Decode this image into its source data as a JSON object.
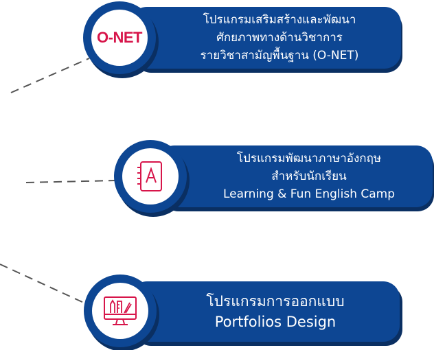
{
  "colors": {
    "pill": "#0d4693",
    "pill_shadow": "#0a2f62",
    "badge_ring": "#0d4693",
    "icon_accent": "#d7154a",
    "connector": "#555555"
  },
  "programs": [
    {
      "badge_text": "O-NET",
      "icon": "onet-logo",
      "lines": [
        "โปรแกรมเสริมสร้างและพัฒนา",
        "ศักยภาพทางด้านวิชาการ",
        "รายวิชาสามัญพื้นฐาน (O-NET)"
      ]
    },
    {
      "icon": "notebook-letter-a-icon",
      "lines": [
        "โปรแกรมพัฒนาภาษาอังกฤษ",
        "สำหรับนักเรียน",
        "Learning & Fun English Camp"
      ]
    },
    {
      "icon": "monitor-design-icon",
      "lines": [
        "โปรแกรมการออกแบบ",
        "Portfolios Design"
      ]
    }
  ]
}
